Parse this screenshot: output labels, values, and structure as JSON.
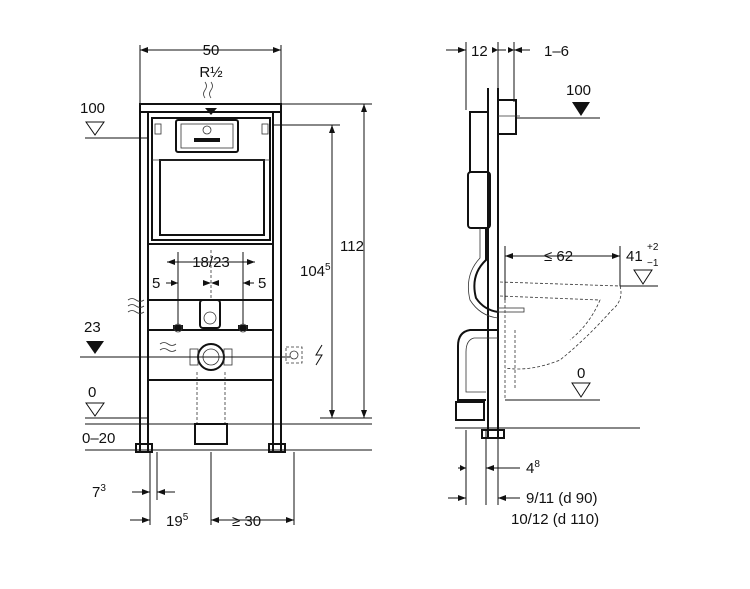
{
  "front_view": {
    "width_label": "50",
    "connection_label": "R½",
    "level_100": "100",
    "height_112": "112",
    "height_104_main": "104",
    "height_104_sup": "5",
    "center_label": "18/23",
    "left_5": "5",
    "right_5": "5",
    "level_23": "23",
    "level_0": "0",
    "range_label": "0–20",
    "bottom_7_main": "7",
    "bottom_7_sup": "3",
    "bottom_19_main": "19",
    "bottom_19_sup": "5",
    "bottom_30": "≥ 30"
  },
  "side_view": {
    "top_12": "12",
    "top_1_6": "1–6",
    "level_100": "100",
    "depth_62": "≤ 62",
    "height_41_main": "41",
    "height_41_plus": "+2",
    "height_41_minus": "−1",
    "level_0": "0",
    "bottom_4_main": "4",
    "bottom_4_sup": "8",
    "pipe_90": "9/11  (d 90)",
    "pipe_110": "10/12 (d 110)"
  }
}
